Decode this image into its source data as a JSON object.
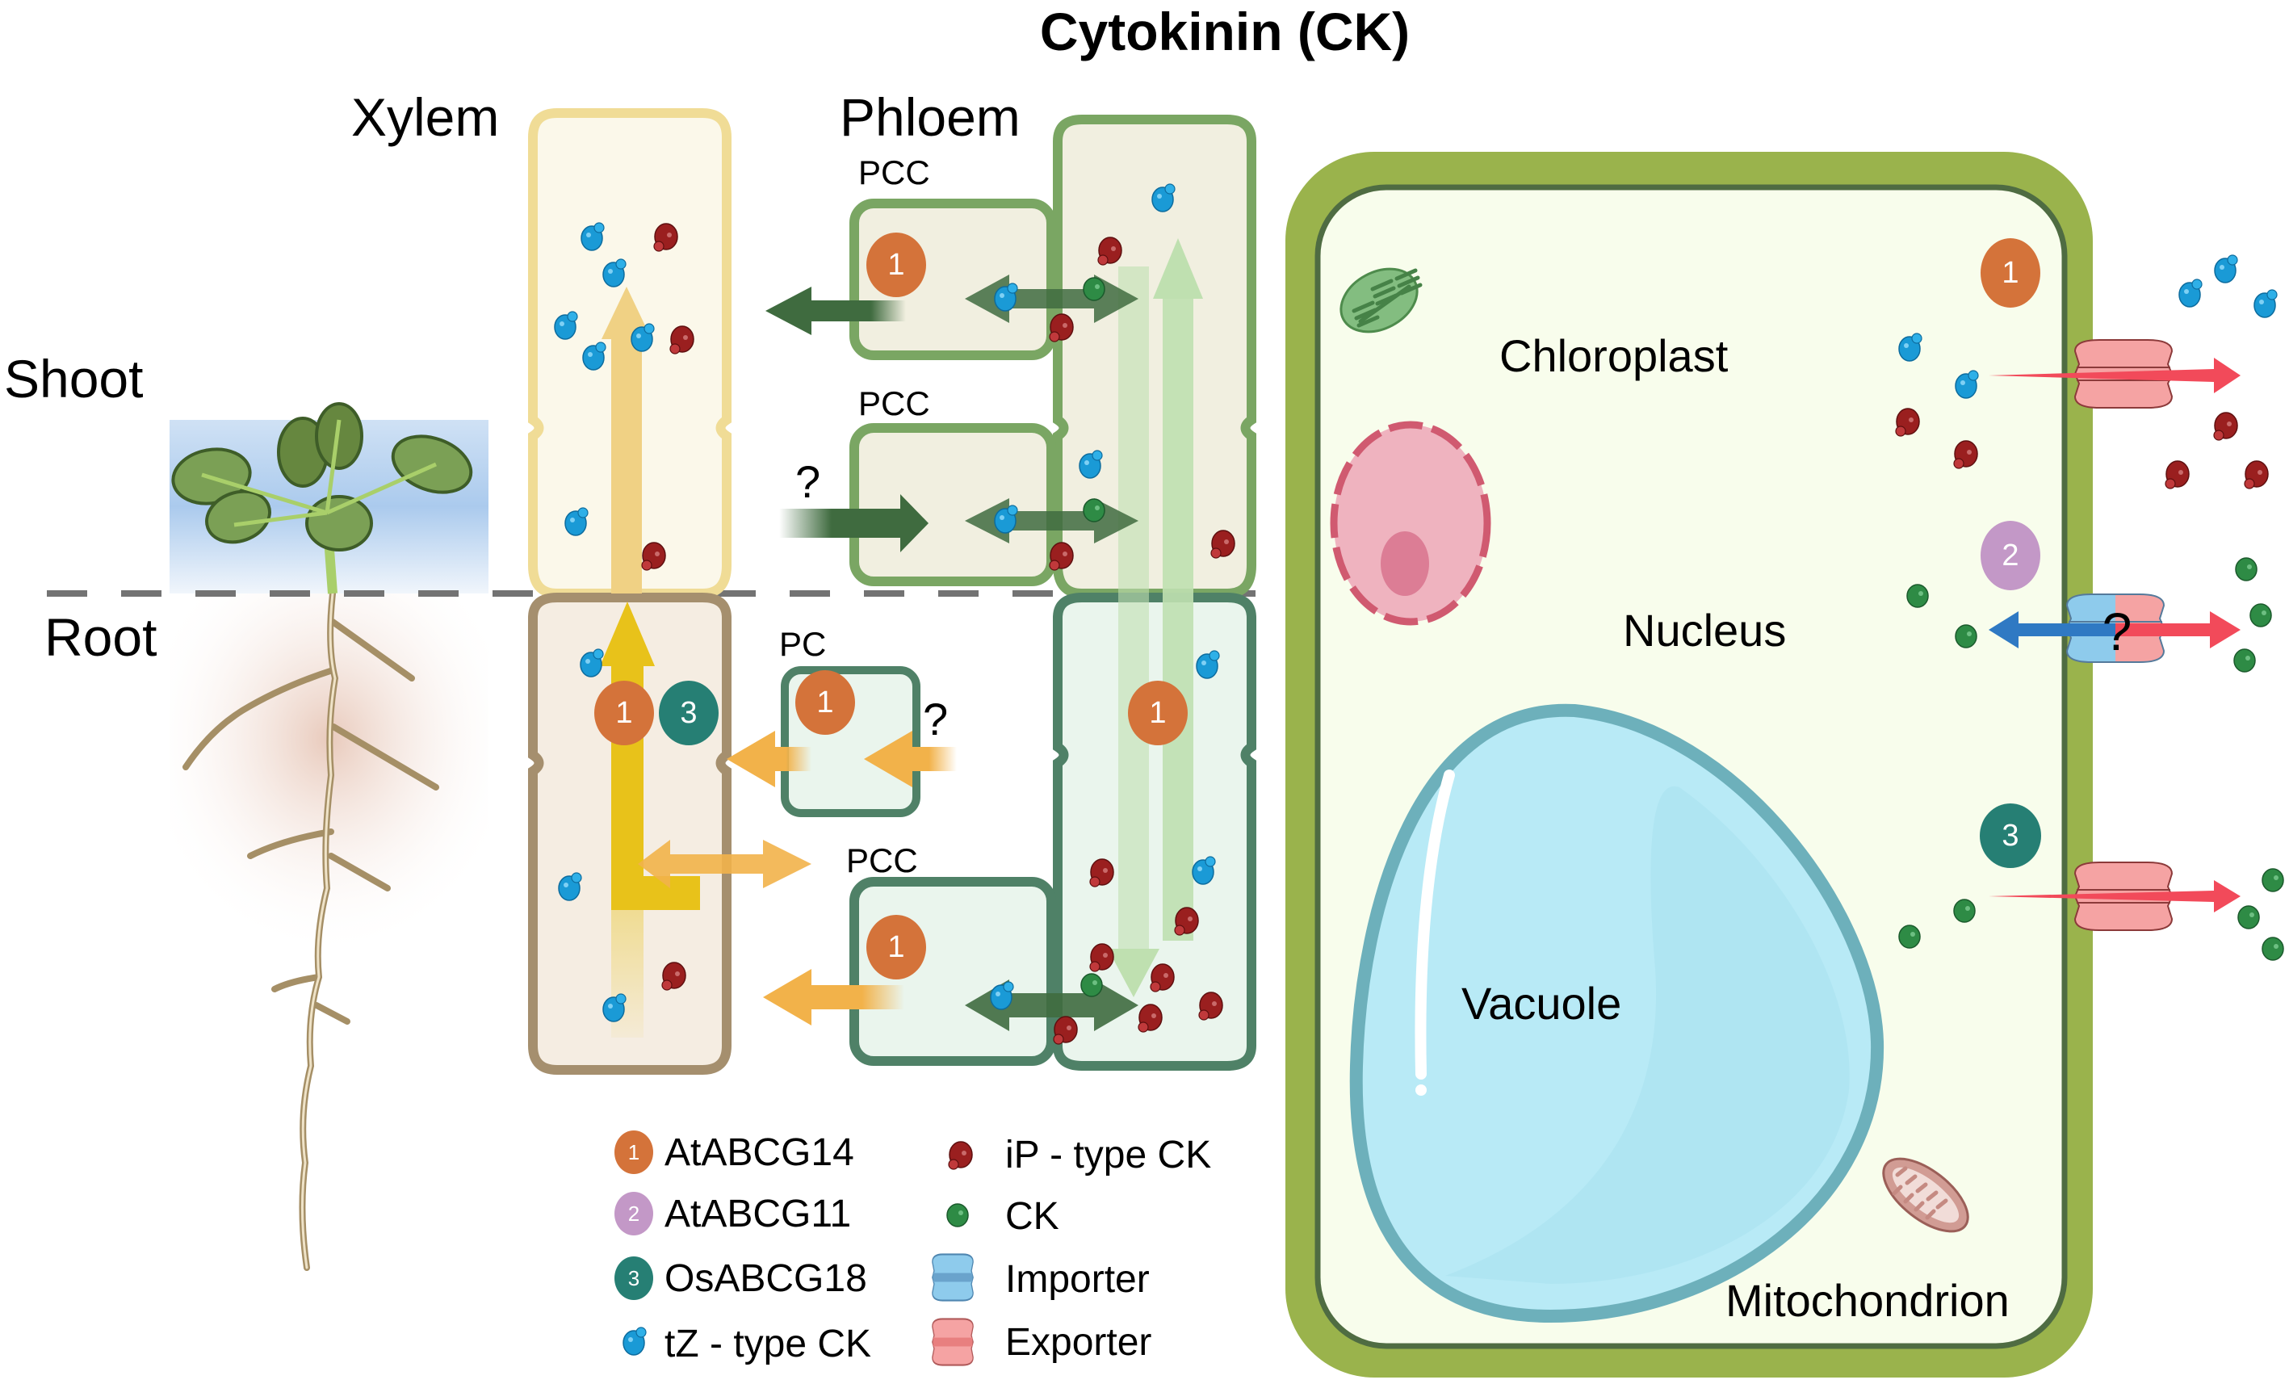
{
  "title": "Cytokinin (CK)",
  "regions": {
    "shoot": "Shoot",
    "root": "Root",
    "xylem": "Xylem",
    "phloem": "Phloem"
  },
  "cells": {
    "pcc_top": "PCC",
    "pcc_middle": "PCC",
    "pc": "PC",
    "pcc_bottom": "PCC"
  },
  "unknown_mark": "?",
  "organelles": {
    "chloroplast": "Chloroplast",
    "nucleus": "Nucleus",
    "vacuole": "Vacuole",
    "mitochondrion": "Mitochondrion"
  },
  "transporters": [
    {
      "number": "1",
      "name": "AtABCG14",
      "color": "#d4733a"
    },
    {
      "number": "2",
      "name": "AtABCG11",
      "color": "#c398c7"
    },
    {
      "number": "3",
      "name": "OsABCG18",
      "color": "#267f74"
    }
  ],
  "legend": {
    "items": [
      {
        "symbol": "badge-1",
        "label": "AtABCG14"
      },
      {
        "symbol": "badge-2",
        "label": "AtABCG11"
      },
      {
        "symbol": "badge-3",
        "label": "OsABCG18"
      },
      {
        "symbol": "tz-molecule",
        "label": "tZ - type CK"
      },
      {
        "symbol": "ip-molecule",
        "label": "iP - type CK"
      },
      {
        "symbol": "ck-molecule",
        "label": "CK"
      },
      {
        "symbol": "importer",
        "label": "Importer"
      },
      {
        "symbol": "exporter",
        "label": "Exporter"
      }
    ]
  },
  "colors": {
    "tz_type_ck": "#1a9ad6",
    "ip_type_ck": "#9a1f1f",
    "ck": "#2e8b45",
    "importer": "#8ecbec",
    "exporter": "#f5a3a3",
    "export_arrow": "#f24a5a",
    "import_arrow": "#2f79c3",
    "cell_wall": "#9ab34c",
    "xylem_flow": "#f0d184",
    "root_xylem_flow": "#e8c21a",
    "phloem_flow": "#bfe0b0",
    "lateral_phloem_arrow": "#3f6b3f",
    "lateral_xylem_arrow": "#f2b24a"
  }
}
